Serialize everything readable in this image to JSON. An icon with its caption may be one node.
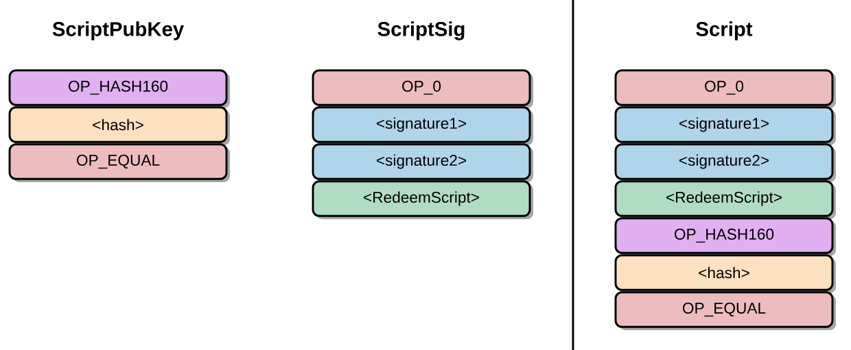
{
  "diagram": {
    "nodes": [
      {
        "text": [
          "OP_HASH160"
        ]
      },
      {
        "text": [
          "<hash>"
        ]
      },
      {
        "text": [
          "OP_EQUAL"
        ]
      },
      {
        "text": [
          "OP_0"
        ]
      },
      {
        "text": [
          "<signature1>"
        ]
      },
      {
        "text": [
          "<signature2>"
        ]
      },
      {
        "text": [
          "<RedeemScript>"
        ]
      },
      {
        "text": [
          "OP_0"
        ]
      },
      {
        "text": [
          "<signature1>"
        ]
      },
      {
        "text": [
          "<signature2>"
        ]
      },
      {
        "text": [
          "<RedeemScript>"
        ]
      },
      {
        "text": [
          "OP_HASH160"
        ]
      },
      {
        "text": [
          "<hash>"
        ]
      },
      {
        "text": [
          "OP_EQUAL"
        ]
      }
    ],
    "edges": [],
    "labels": [
      "ScriptPubKey",
      "ScriptSig",
      "Script"
    ]
  }
}
